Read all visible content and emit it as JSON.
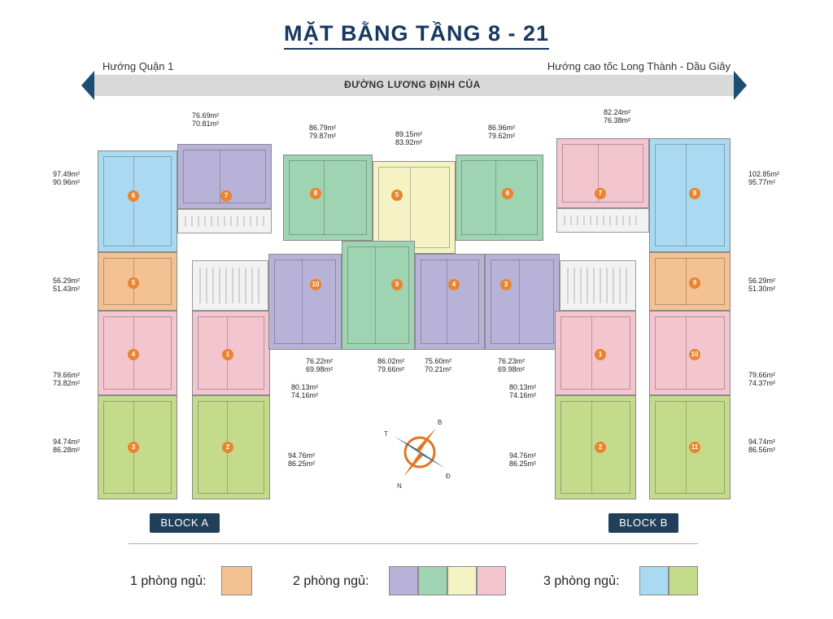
{
  "title": "MẶT BẰNG TẦNG 8 - 21",
  "road": {
    "left_direction": "Hướng Quận 1",
    "right_direction": "Hướng cao tốc Long Thành - Dầu Giây",
    "name": "ĐƯỜNG LƯƠNG ĐỊNH CỦA"
  },
  "colors": {
    "orange": "#f4c193",
    "purple": "#b8b2d8",
    "green": "#9ed4b1",
    "yellow": "#f5f3c4",
    "pink": "#f2c5cf",
    "blue": "#a9daf1",
    "lime": "#c5db8c"
  },
  "units": [
    {
      "n": "6",
      "area": "97.49m²",
      "area2": "90.96m²",
      "color": "blue"
    },
    {
      "n": "7",
      "area": "76.69m²",
      "area2": "70.81m²",
      "color": "purple"
    },
    {
      "n": "8",
      "area": "86.79m²",
      "area2": "79.87m²",
      "color": "green"
    },
    {
      "n": "5",
      "area": "89.15m²",
      "area2": "83.92m²",
      "color": "yellow"
    },
    {
      "n": "6",
      "area": "86.96m²",
      "area2": "79.62m²",
      "color": "green"
    },
    {
      "n": "7",
      "area": "82.24m²",
      "area2": "76.38m²",
      "color": "pink"
    },
    {
      "n": "8",
      "area": "102.85m²",
      "area2": "95.77m²",
      "color": "blue"
    },
    {
      "n": "5",
      "area": "56.29m²",
      "area2": "51.43m²",
      "color": "orange"
    },
    {
      "n": "10",
      "area": "76.22m²",
      "area2": "69.98m²",
      "color": "purple"
    },
    {
      "n": "9",
      "area": "86.02m²",
      "area2": "79.66m²",
      "color": "green"
    },
    {
      "n": "4",
      "area": "75.60m²",
      "area2": "70.21m²",
      "color": "purple"
    },
    {
      "n": "3",
      "area": "76.23m²",
      "area2": "69.98m²",
      "color": "purple"
    },
    {
      "n": "9",
      "area": "56.29m²",
      "area2": "51.30m²",
      "color": "orange"
    },
    {
      "n": "4",
      "area": "79.66m²",
      "area2": "73.82m²",
      "color": "pink"
    },
    {
      "n": "1",
      "area": "80.13m²",
      "area2": "74.16m²",
      "color": "pink"
    },
    {
      "n": "1",
      "area": "80.13m²",
      "area2": "74.16m²",
      "color": "pink"
    },
    {
      "n": "10",
      "area": "79.66m²",
      "area2": "74.37m²",
      "color": "pink"
    },
    {
      "n": "3",
      "area": "94.74m²",
      "area2": "86.28m²",
      "color": "lime"
    },
    {
      "n": "2",
      "area": "94.76m²",
      "area2": "86.25m²",
      "color": "lime"
    },
    {
      "n": "2",
      "area": "94.76m²",
      "area2": "86.25m²",
      "color": "lime"
    },
    {
      "n": "11",
      "area": "94.74m²",
      "area2": "86.56m²",
      "color": "lime"
    }
  ],
  "blocks": {
    "a": "BLOCK A",
    "b": "BLOCK B"
  },
  "compass": {
    "n": "N",
    "b": "B",
    "d": "Đ",
    "t": "T"
  },
  "legend": {
    "one_bedroom": "1 phòng ngủ:",
    "two_bedroom": "2 phòng ngủ:",
    "three_bedroom": "3 phòng ngủ:"
  }
}
